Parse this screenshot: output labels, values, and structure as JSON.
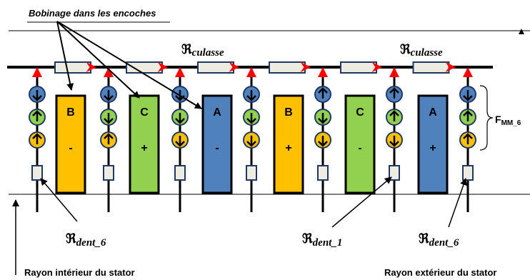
{
  "top_label": "Bobinage dans les encoches",
  "yoke_symbol": "ℜ",
  "yoke_subscript": "culasse",
  "mmf_label": "F",
  "mmf_subscript": "MM_6",
  "tooth_symbol": "ℜ",
  "tooth_labels": [
    {
      "sub": "dent_6"
    },
    {
      "sub": "dent_1"
    },
    {
      "sub": "dent_6"
    }
  ],
  "inner_radius_label": "Rayon intérieur du stator",
  "outer_radius_label": "Rayon extérieur du stator",
  "slots": [
    {
      "phase": "B",
      "sign": "-",
      "color": "#FFC000"
    },
    {
      "phase": "C",
      "sign": "+",
      "color": "#92D050"
    },
    {
      "phase": "A",
      "sign": "-",
      "color": "#4F81BD"
    },
    {
      "phase": "B",
      "sign": "+",
      "color": "#FFC000"
    },
    {
      "phase": "C",
      "sign": "-",
      "color": "#92D050"
    },
    {
      "phase": "A",
      "sign": "+",
      "color": "#4F81BD"
    }
  ],
  "teeth": [
    {
      "dirs": [
        "down",
        "up",
        "up"
      ]
    },
    {
      "dirs": [
        "down",
        "down",
        "up"
      ]
    },
    {
      "dirs": [
        "down",
        "down",
        "down"
      ]
    },
    {
      "dirs": [
        "down",
        "down",
        "down"
      ]
    },
    {
      "dirs": [
        "up",
        "down",
        "down"
      ]
    },
    {
      "dirs": [
        "up",
        "up",
        "down"
      ]
    },
    {
      "dirs": [
        "down",
        "up",
        "up"
      ]
    }
  ],
  "colors": {
    "blue": "#4F81BD",
    "green": "#92D050",
    "orange": "#FFC000",
    "flux_arrow": "#FF0000",
    "box_fill": "#EEECE1",
    "box_stroke": "#1F3864"
  }
}
